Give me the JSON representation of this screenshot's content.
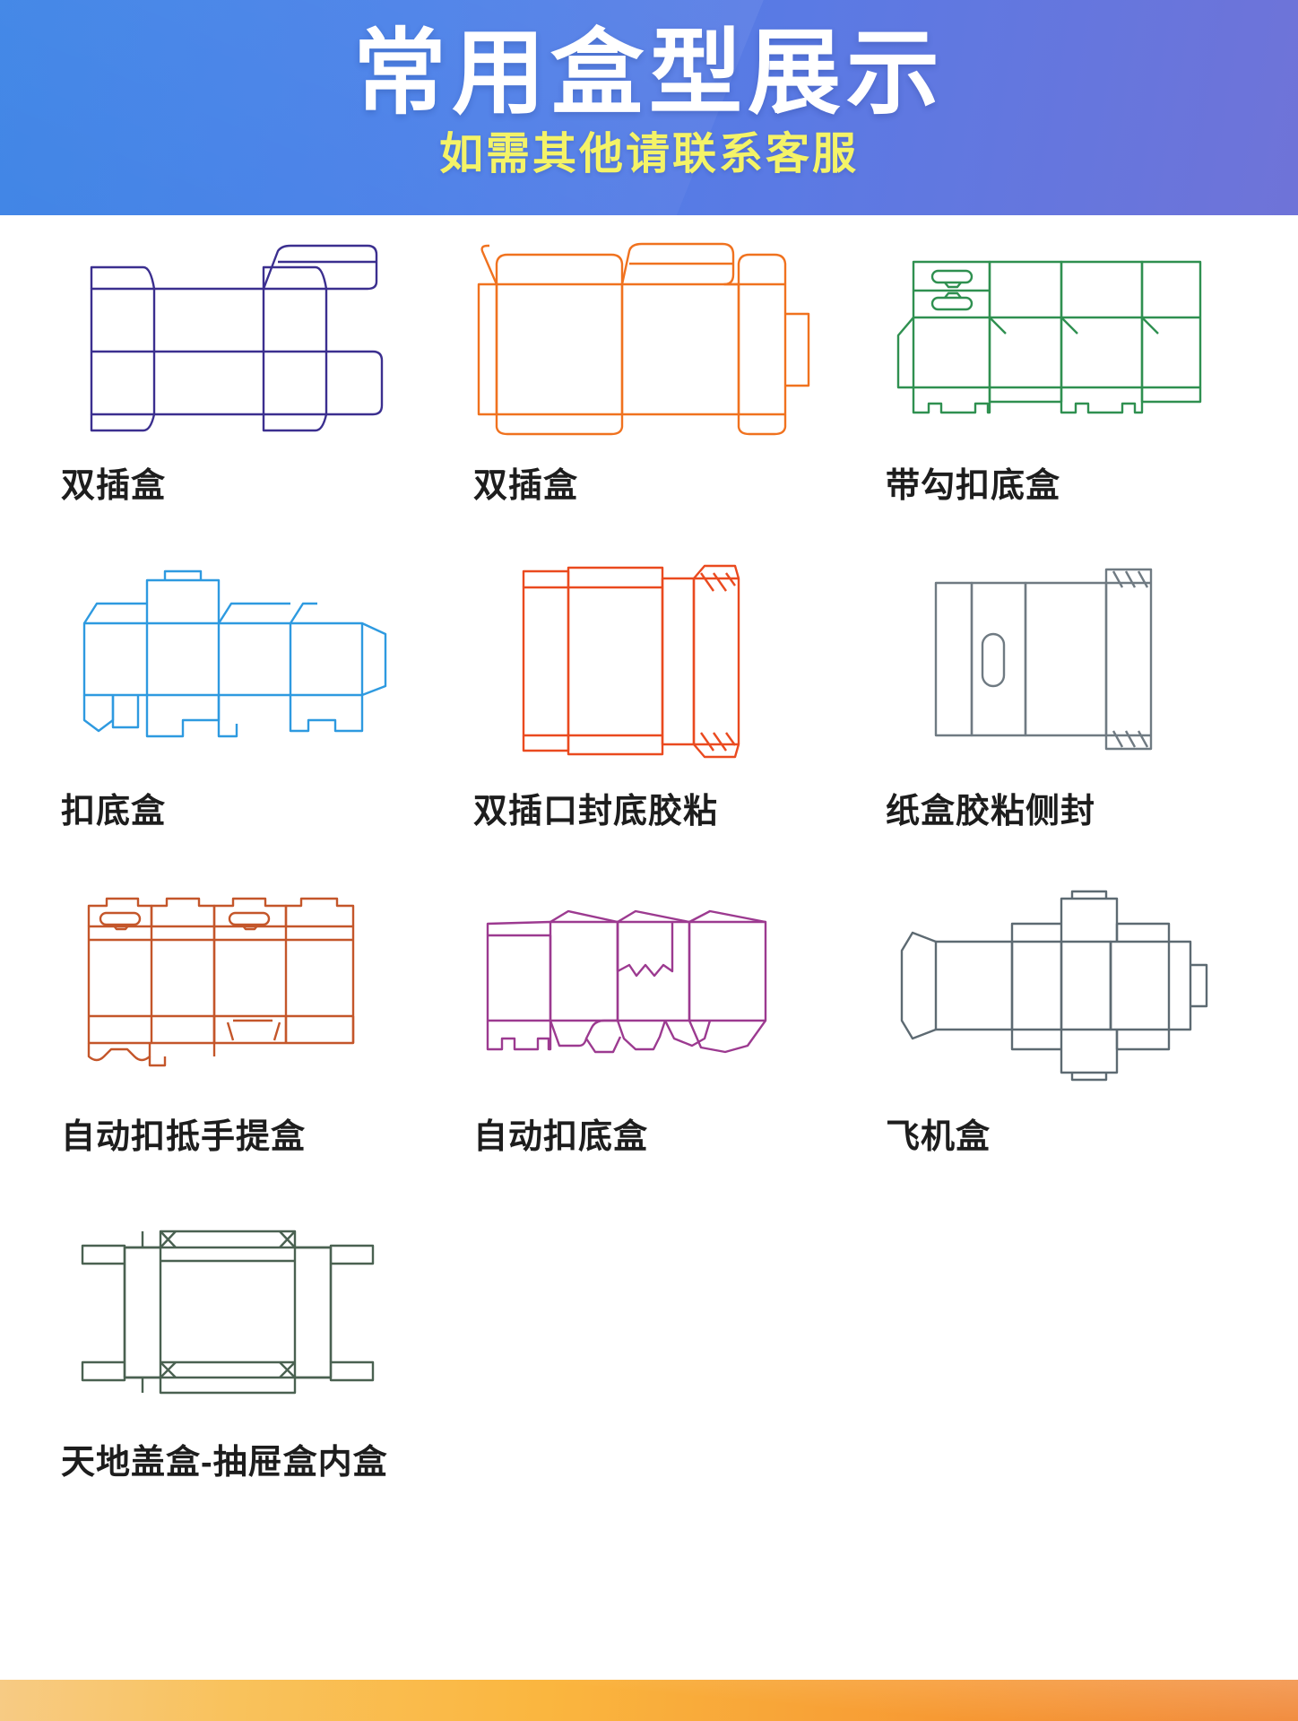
{
  "header": {
    "title": "常用盒型展示",
    "subtitle": "如需其他请联系客服",
    "gradient_start": "#3f85e6",
    "gradient_end": "#6f73d8",
    "title_color": "#ffffff",
    "subtitle_color": "#f4f367"
  },
  "footer": {
    "gradient_start": "#f7cb84",
    "gradient_end": "#f0822e"
  },
  "boxes": [
    {
      "id": "shuang-cha-he-1",
      "label": "双插盒",
      "color": "#3b2f8f",
      "icon": "box-dieline-tuck-end"
    },
    {
      "id": "shuang-cha-he-2",
      "label": "双插盒",
      "color": "#f0721f",
      "icon": "box-dieline-reverse-tuck"
    },
    {
      "id": "dai-gou-kou-di-he",
      "label": "带勾扣底盒",
      "color": "#2f9050",
      "icon": "box-dieline-hook-lock-bottom"
    },
    {
      "id": "kou-di-he",
      "label": "扣底盒",
      "color": "#2e9ae0",
      "icon": "box-dieline-lock-bottom"
    },
    {
      "id": "shuang-cha-kou-feng-di",
      "label": "双插口封底胶粘",
      "color": "#ea4a1f",
      "icon": "box-dieline-glued-bottom"
    },
    {
      "id": "zhi-he-jiao-zhan-ce",
      "label": "纸盒胶粘侧封",
      "color": "#6f7a82",
      "icon": "box-dieline-side-glue"
    },
    {
      "id": "zi-dong-kou-di-shou-ti",
      "label": "自动扣抵手提盒",
      "color": "#c4562a",
      "icon": "box-dieline-auto-lock-handle"
    },
    {
      "id": "zi-dong-kou-di-he",
      "label": "自动扣底盒",
      "color": "#9c3a90",
      "icon": "box-dieline-auto-lock-bottom"
    },
    {
      "id": "fei-ji-he",
      "label": "飞机盒",
      "color": "#5d6a72",
      "icon": "box-dieline-mailer"
    },
    {
      "id": "tian-di-gai-he",
      "label": "天地盖盒-抽屉盒内盒",
      "color": "#4a6151",
      "icon": "box-dieline-drawer-inner"
    }
  ]
}
